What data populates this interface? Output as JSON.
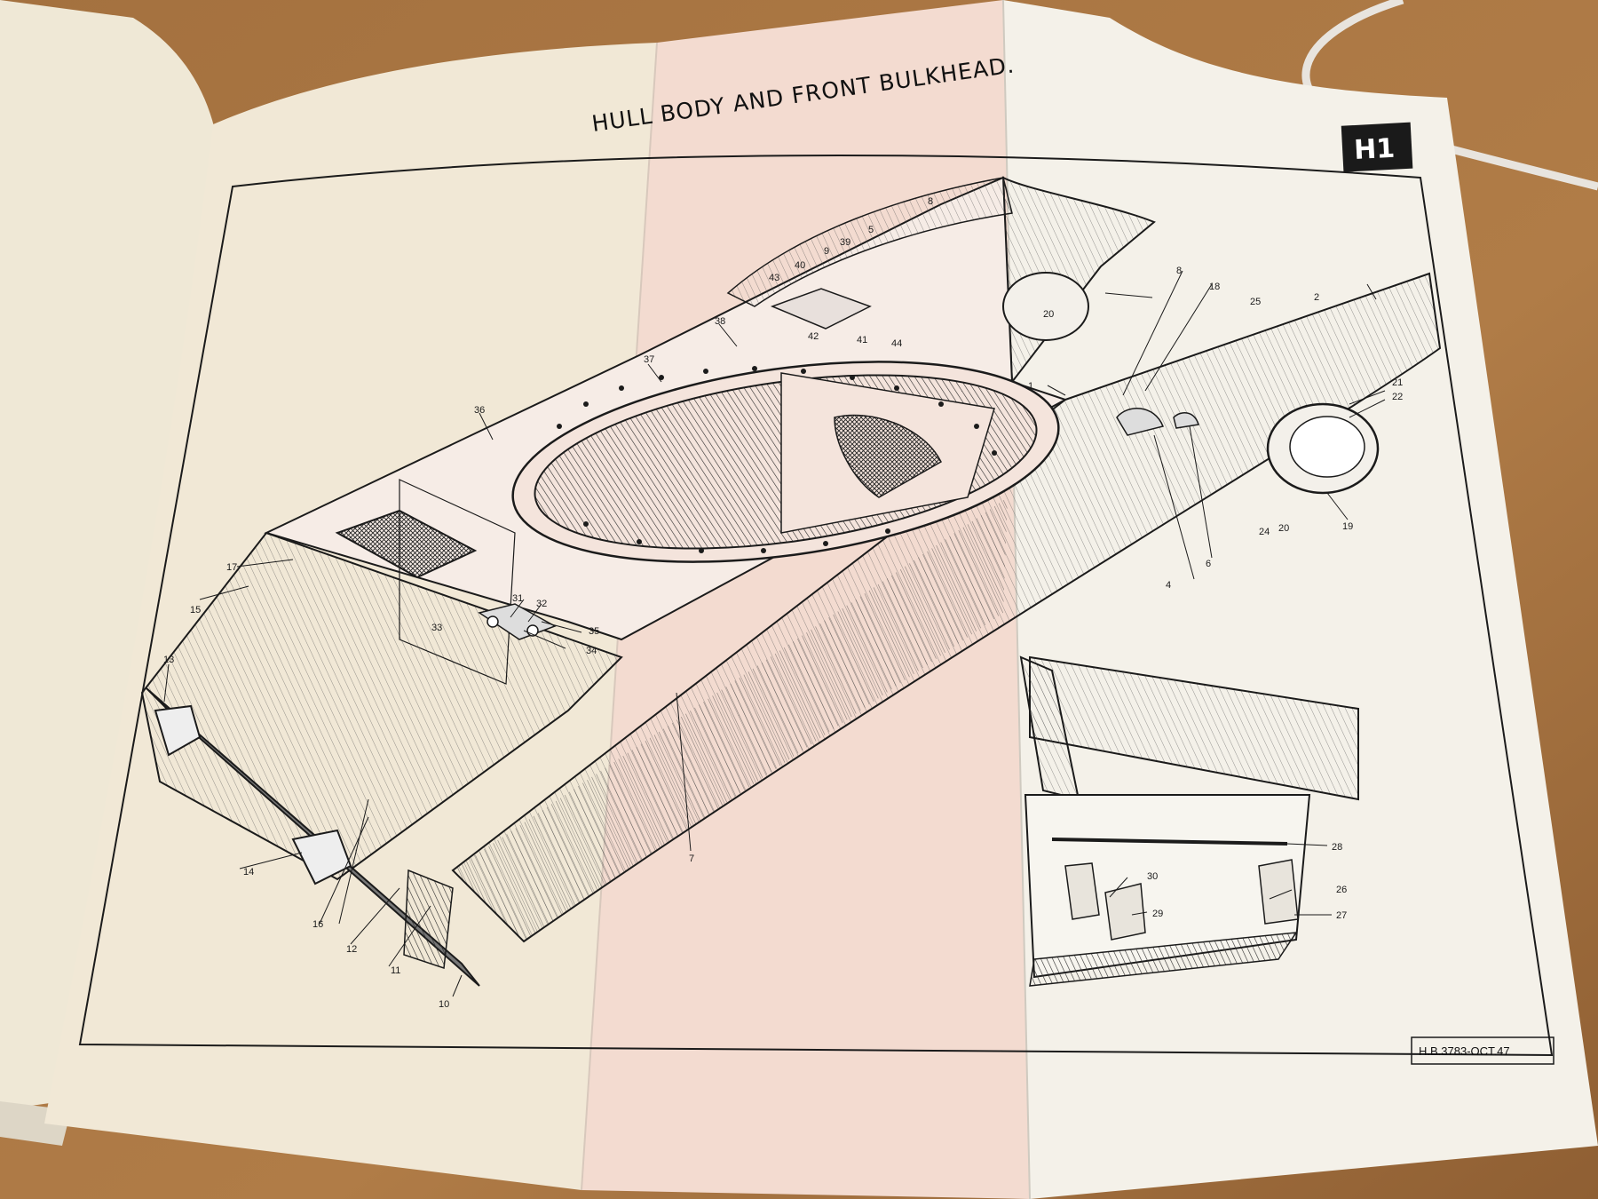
{
  "page": {
    "title": "HULL BODY AND FRONT BULKHEAD.",
    "plate": "H1",
    "reference": "H.B.3783-OCT.47"
  },
  "callouts": [
    {
      "id": "c1",
      "text": "1"
    },
    {
      "id": "c2",
      "text": "2"
    },
    {
      "id": "c4",
      "text": "4"
    },
    {
      "id": "c5",
      "text": "5"
    },
    {
      "id": "c6",
      "text": "6"
    },
    {
      "id": "c7",
      "text": "7"
    },
    {
      "id": "c8a",
      "text": "8"
    },
    {
      "id": "c8b",
      "text": "8"
    },
    {
      "id": "c9",
      "text": "9"
    },
    {
      "id": "c10",
      "text": "10"
    },
    {
      "id": "c11",
      "text": "11"
    },
    {
      "id": "c12",
      "text": "12"
    },
    {
      "id": "c13",
      "text": "13"
    },
    {
      "id": "c14",
      "text": "14"
    },
    {
      "id": "c15",
      "text": "15"
    },
    {
      "id": "c16",
      "text": "16"
    },
    {
      "id": "c17",
      "text": "17"
    },
    {
      "id": "c18",
      "text": "18"
    },
    {
      "id": "c19",
      "text": "19"
    },
    {
      "id": "c20a",
      "text": "20"
    },
    {
      "id": "c20b",
      "text": "20"
    },
    {
      "id": "c21",
      "text": "21"
    },
    {
      "id": "c22",
      "text": "22"
    },
    {
      "id": "c24",
      "text": "24"
    },
    {
      "id": "c25",
      "text": "25"
    },
    {
      "id": "c26",
      "text": "26"
    },
    {
      "id": "c27",
      "text": "27"
    },
    {
      "id": "c28",
      "text": "28"
    },
    {
      "id": "c29",
      "text": "29"
    },
    {
      "id": "c30",
      "text": "30"
    },
    {
      "id": "c31",
      "text": "31"
    },
    {
      "id": "c32",
      "text": "32"
    },
    {
      "id": "c33",
      "text": "33"
    },
    {
      "id": "c34",
      "text": "34"
    },
    {
      "id": "c35",
      "text": "35"
    },
    {
      "id": "c36",
      "text": "36"
    },
    {
      "id": "c37",
      "text": "37"
    },
    {
      "id": "c38",
      "text": "38"
    },
    {
      "id": "c39",
      "text": "39"
    },
    {
      "id": "c40",
      "text": "40"
    },
    {
      "id": "c41",
      "text": "41"
    },
    {
      "id": "c42",
      "text": "42"
    },
    {
      "id": "c43",
      "text": "43"
    },
    {
      "id": "c44",
      "text": "44"
    }
  ],
  "colors": {
    "table": "#9a6a3c",
    "paper_left": "#f2ead8",
    "paper_center": "#f4ddd3",
    "paper_right": "#f5f2ea",
    "ink": "#1b1b1b"
  }
}
